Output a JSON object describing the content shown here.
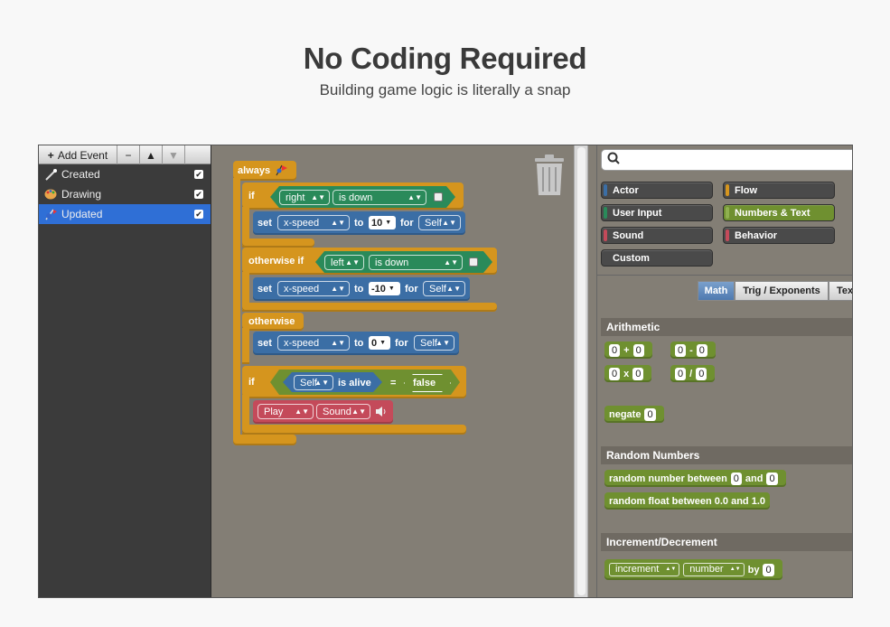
{
  "hero": {
    "title": "No Coding Required",
    "subtitle": "Building game logic is literally a snap"
  },
  "events_panel": {
    "add_label": "Add Event",
    "add_symbol": "+",
    "remove_symbol": "−",
    "up_symbol": "▲",
    "down_symbol": "▼",
    "items": [
      {
        "label": "Created",
        "icon": "wand-icon",
        "checked": true
      },
      {
        "label": "Drawing",
        "icon": "palette-icon",
        "checked": true
      },
      {
        "label": "Updated",
        "icon": "clock-flag-icon",
        "checked": true,
        "selected": true
      }
    ]
  },
  "canvas": {
    "always_label": "always",
    "if_label": "if",
    "if2_label": "if",
    "otherwise_if_label": "otherwise if",
    "otherwise_label": "otherwise",
    "cond1": {
      "key": "right",
      "state": "is down"
    },
    "cond2": {
      "key": "left",
      "state": "is down"
    },
    "set1": {
      "set": "set",
      "attr": "x-speed",
      "to": "to",
      "value": "10",
      "for": "for",
      "target": "Self"
    },
    "set2": {
      "set": "set",
      "attr": "x-speed",
      "to": "to",
      "value": "-10",
      "for": "for",
      "target": "Self"
    },
    "set3": {
      "set": "set",
      "attr": "x-speed",
      "to": "to",
      "value": "0",
      "for": "for",
      "target": "Self"
    },
    "cond3": {
      "actor": "Self",
      "alive": "is alive",
      "eq": "=",
      "bool": "false"
    },
    "play": {
      "action": "Play",
      "what": "Sound"
    }
  },
  "palette": {
    "categories": [
      {
        "label": "Actor",
        "stripe": "#3b6ea5"
      },
      {
        "label": "Flow",
        "stripe": "#d5951e"
      },
      {
        "label": "User Input",
        "stripe": "#2a8a5a"
      },
      {
        "label": "Numbers & Text",
        "stripe": "#6f9030",
        "active": true
      },
      {
        "label": "Sound",
        "stripe": "#c44a5a"
      },
      {
        "label": "Behavior",
        "stripe": "#c44a5a"
      },
      {
        "label": "Custom",
        "stripe": "#4a4a4a"
      }
    ],
    "tabs": [
      "Math",
      "Trig / Exponents",
      "Tex"
    ],
    "sections": {
      "arithmetic": "Arithmetic",
      "random": "Random Numbers",
      "increment": "Increment/Decrement"
    },
    "blocks": {
      "add": {
        "a": "0",
        "op": "+",
        "b": "0"
      },
      "sub": {
        "a": "0",
        "op": "-",
        "b": "0"
      },
      "mul": {
        "a": "0",
        "op": "x",
        "b": "0"
      },
      "div": {
        "a": "0",
        "op": "/",
        "b": "0"
      },
      "negate": {
        "label": "negate",
        "v": "0"
      },
      "rand_num": {
        "label": "random number between",
        "a": "0",
        "and": "and",
        "b": "0"
      },
      "rand_float": {
        "label": "random float between 0.0 and 1.0"
      },
      "inc": {
        "mode": "increment",
        "what": "number",
        "by": "by",
        "v": "0"
      }
    }
  }
}
